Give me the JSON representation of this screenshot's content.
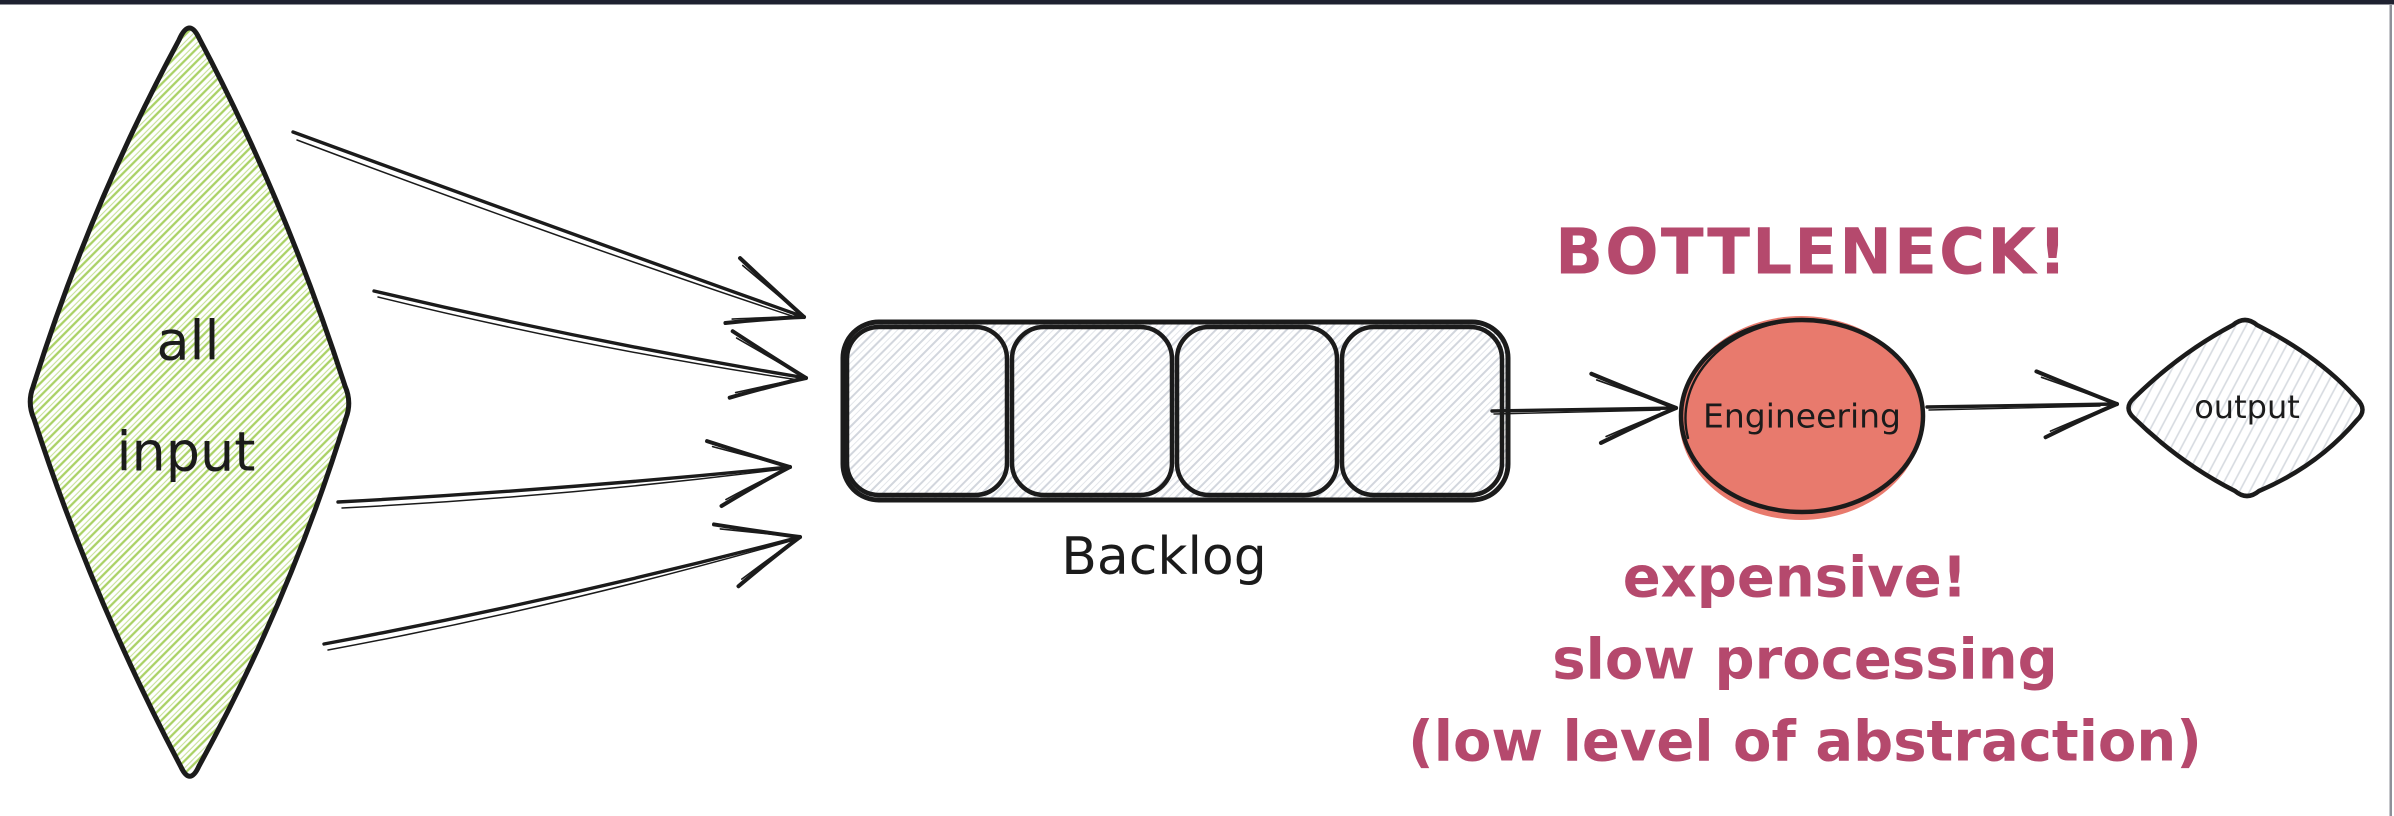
{
  "diagram": {
    "type": "flow-diagram",
    "nodes": {
      "input": {
        "line1": "all",
        "line2": "input"
      },
      "backlog": {
        "label": "Backlog",
        "items": 4
      },
      "engineering": {
        "label": "Engineering"
      },
      "output": {
        "label": "output"
      }
    },
    "annotations": {
      "bottleneck": "BOTTLENECK!",
      "cost": "expensive!",
      "speed": "slow processing",
      "abstraction": "(low level of abstraction)"
    },
    "colors": {
      "ink": "#1b1b1b",
      "input_hatch": "#a9d164",
      "queue_hatch": "#d2d6dd",
      "engineering_fill": "#e87a6d",
      "annotation_pink": "#b5496d",
      "top_bar": "#1e2130",
      "right_edge": "#8e9099"
    }
  }
}
